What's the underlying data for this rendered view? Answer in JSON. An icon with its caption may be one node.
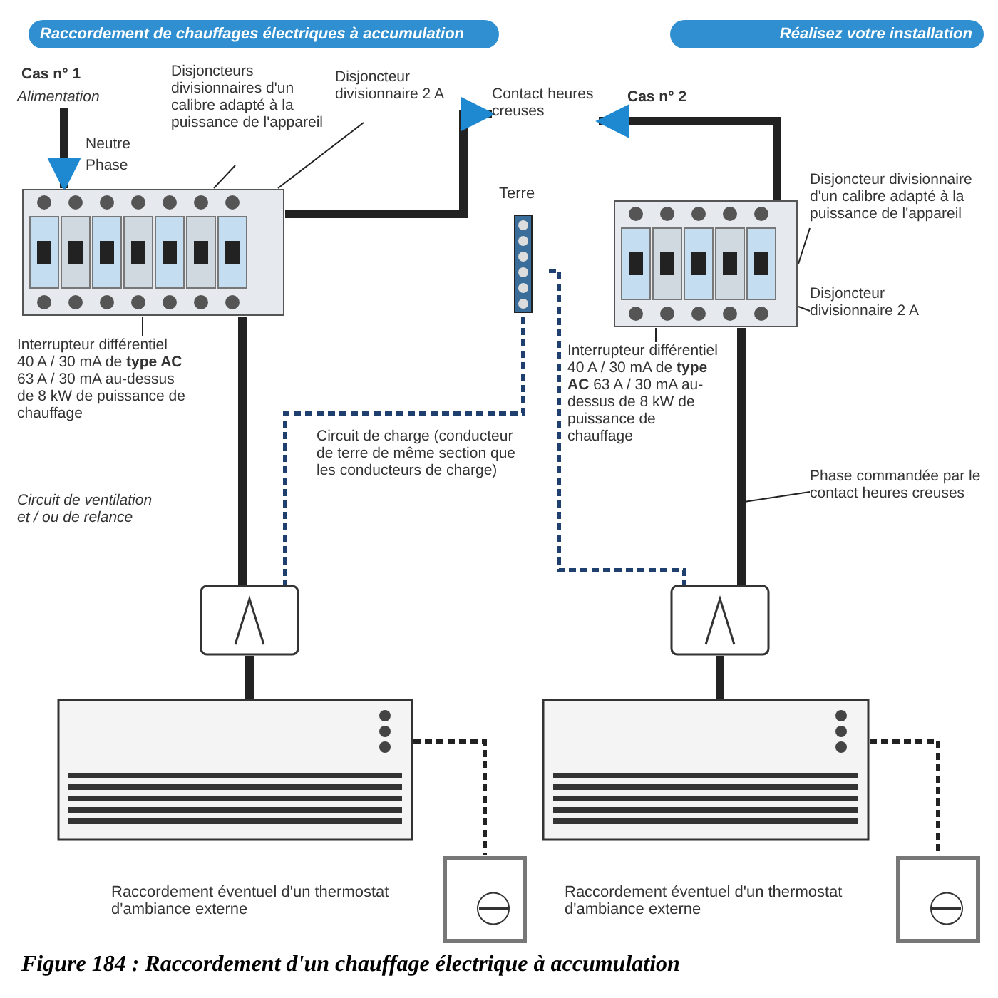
{
  "diagram": {
    "caption": "Figure 184 : Raccordement d'un chauffage électrique à accumulation",
    "nodes": [
      {
        "text": [
          "Alimentation"
        ]
      },
      {
        "text": [],
        "shape": "picture"
      },
      {
        "text": [
          "Disjoncteurs divisionnaires d'un calibre adapté à la puissance de l'appareil"
        ]
      },
      {
        "text": [
          "Disjoncteur divisionnaire 2 A"
        ]
      },
      {
        "text": [
          "Interrupteur différentiel 40 A / 30 mA de **type AC** 63 A / 30 mA au-dessus de 8 kW de puissance de chauffage"
        ]
      },
      {
        "text": [
          "Contact heures creuses"
        ]
      },
      {
        "text": [
          "Terre"
        ]
      },
      {
        "text": [],
        "shape": "picture"
      },
      {
        "text": [
          "Disjoncteur divisionnaire d'un calibre adapté à la puissance de l'appareil"
        ]
      },
      {
        "text": [
          "Disjoncteur divisionnaire 2 A"
        ]
      },
      {
        "text": [
          "Interrupteur différentiel 40 A / 30 mA de **type AC** 63 A / 30 mA au-dessus de 8 kW de puissance de chauffage"
        ]
      },
      {
        "text": [],
        "shape": "box"
      },
      {
        "text": [],
        "shape": "box"
      },
      {
        "text": [],
        "shape": "picture"
      },
      {
        "text": [],
        "shape": "picture"
      },
      {
        "text": [],
        "shape": "picture",
        "beside": [
          "Raccordement éventuel d'un thermostat d'ambiance externe"
        ]
      },
      {
        "text": [],
        "shape": "picture",
        "beside": [
          "Raccordement éventuel d'un thermostat d'ambiance externe"
        ]
      },
      {
        "text": [
          "Phase commandée par le contact heures creuses"
        ]
      }
    ],
    "edges": [
      {
        "from": 0,
        "to": 1,
        "arrow": "to",
        "style": "thick"
      },
      {
        "from": 2,
        "to": 1,
        "arrow": "none"
      },
      {
        "from": 3,
        "to": 1,
        "arrow": "none"
      },
      {
        "from": 4,
        "to": 1,
        "arrow": "none"
      },
      {
        "from": 1,
        "to": 5,
        "arrow": "to",
        "style": "thick"
      },
      {
        "from": 7,
        "to": 5,
        "arrow": "to",
        "style": "thick"
      },
      {
        "from": 8,
        "to": 7,
        "arrow": "none"
      },
      {
        "from": 9,
        "to": 7,
        "arrow": "none"
      },
      {
        "from": 10,
        "to": 7,
        "arrow": "none"
      },
      {
        "from": 1,
        "to": 11,
        "arrow": "none",
        "style": "thick"
      },
      {
        "from": 6,
        "to": 11,
        "arrow": "none",
        "style": "dashed",
        "color": "#1f3f6e"
      },
      {
        "from": 6,
        "to": 12,
        "arrow": "none",
        "style": "dashed",
        "color": "#1f3f6e"
      },
      {
        "from": 7,
        "to": 12,
        "arrow": "none",
        "style": "thick"
      },
      {
        "from": 11,
        "to": 13,
        "arrow": "none",
        "style": "thick"
      },
      {
        "from": 12,
        "to": 14,
        "arrow": "none",
        "style": "thick"
      },
      {
        "from": 13,
        "to": 15,
        "arrow": "none",
        "style": "dashed"
      },
      {
        "from": 14,
        "to": 16,
        "arrow": "none",
        "style": "dashed"
      },
      {
        "from": 17,
        "to": null,
        "arrow": "none"
      }
    ],
    "labels": [
      "Raccordement de chauffages électriques à accumulation",
      "Réalisez votre installation",
      "Cas n° 1",
      "Neutre",
      "Phase",
      "Cas n° 2",
      "Circuit de ventilation et / ou de relance",
      "Circuit de charge (conducteur de terre de même section que les conducteurs de charge)"
    ]
  }
}
